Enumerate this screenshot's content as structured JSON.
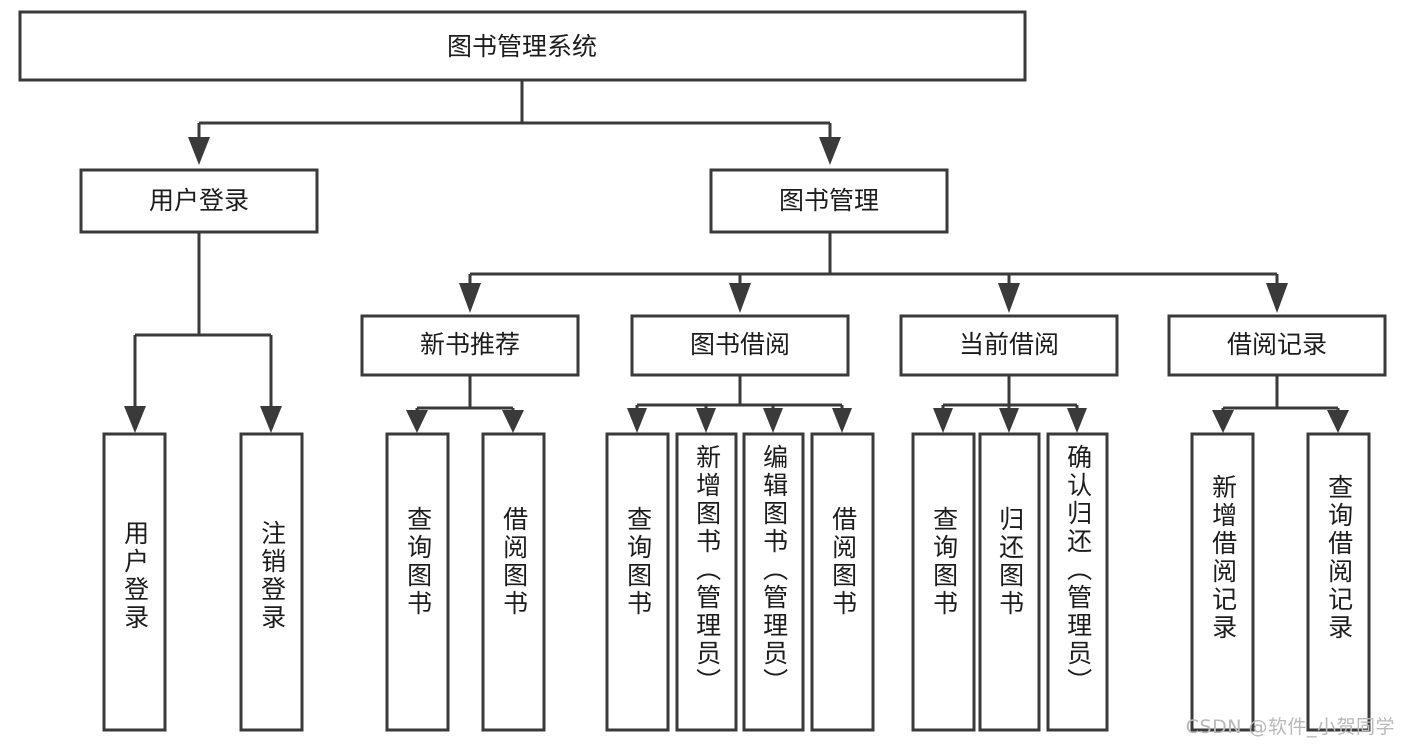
{
  "diagram": {
    "type": "tree",
    "title": "图书管理系统",
    "orientation": "top-down",
    "root": {
      "id": "root",
      "label": "图书管理系统",
      "orientation": "horizontal"
    },
    "level2": [
      {
        "id": "user-login",
        "label": "用户登录",
        "orientation": "horizontal"
      },
      {
        "id": "book-manage",
        "label": "图书管理",
        "orientation": "horizontal"
      }
    ],
    "level3": [
      {
        "id": "new-book-rec",
        "label": "新书推荐",
        "parent": "book-manage",
        "orientation": "horizontal"
      },
      {
        "id": "book-borrow",
        "label": "图书借阅",
        "parent": "book-manage",
        "orientation": "horizontal"
      },
      {
        "id": "current-borrow",
        "label": "当前借阅",
        "parent": "book-manage",
        "orientation": "horizontal"
      },
      {
        "id": "borrow-record",
        "label": "借阅记录",
        "parent": "book-manage",
        "orientation": "horizontal"
      }
    ],
    "leaves": [
      {
        "id": "leaf-user-login",
        "label": "用户登录",
        "parent": "user-login",
        "orientation": "vertical"
      },
      {
        "id": "leaf-logout",
        "label": "注销登录",
        "parent": "user-login",
        "orientation": "vertical"
      },
      {
        "id": "leaf-query-book-1",
        "label": "查询图书",
        "parent": "new-book-rec",
        "orientation": "vertical"
      },
      {
        "id": "leaf-borrow-book-1",
        "label": "借阅图书",
        "parent": "new-book-rec",
        "orientation": "vertical"
      },
      {
        "id": "leaf-query-book-2",
        "label": "查询图书",
        "parent": "book-borrow",
        "orientation": "vertical"
      },
      {
        "id": "leaf-add-book",
        "label": "新增图书（管理员）",
        "parent": "book-borrow",
        "orientation": "vertical"
      },
      {
        "id": "leaf-edit-book",
        "label": "编辑图书（管理员）",
        "parent": "book-borrow",
        "orientation": "vertical"
      },
      {
        "id": "leaf-borrow-book-2",
        "label": "借阅图书",
        "parent": "book-borrow",
        "orientation": "vertical"
      },
      {
        "id": "leaf-query-book-3",
        "label": "查询图书",
        "parent": "current-borrow",
        "orientation": "vertical"
      },
      {
        "id": "leaf-return-book",
        "label": "归还图书",
        "parent": "current-borrow",
        "orientation": "vertical"
      },
      {
        "id": "leaf-confirm-return",
        "label": "确认归还（管理员）",
        "parent": "current-borrow",
        "orientation": "vertical"
      },
      {
        "id": "leaf-add-record",
        "label": "新增借阅记录",
        "parent": "borrow-record",
        "orientation": "vertical"
      },
      {
        "id": "leaf-query-record",
        "label": "查询借阅记录",
        "parent": "borrow-record",
        "orientation": "vertical"
      }
    ],
    "colors": {
      "box_stroke": "#3a3a3a",
      "box_fill": "#ffffff",
      "connector": "#3a3a3a",
      "text": "#1c1c1c",
      "background": "#ffffff",
      "watermark": "#b9b9b9"
    }
  },
  "watermark": {
    "text": "CSDN @软件_小贺同学"
  }
}
